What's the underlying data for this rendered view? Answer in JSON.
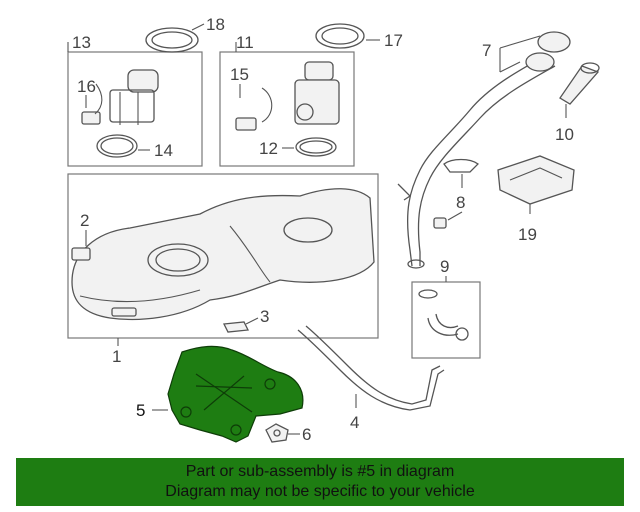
{
  "callouts": {
    "c1": "1",
    "c2": "2",
    "c3": "3",
    "c4": "4",
    "c5": "5",
    "c6": "6",
    "c7": "7",
    "c8": "8",
    "c9": "9",
    "c10": "10",
    "c11": "11",
    "c12": "12",
    "c13": "13",
    "c14": "14",
    "c15": "15",
    "c16": "16",
    "c17": "17",
    "c18": "18",
    "c19": "19"
  },
  "highlight_color": "#1e7d12",
  "banner": {
    "line1": "Part or sub-assembly is #5 in diagram",
    "line2": "Diagram may not be specific to your vehicle"
  }
}
